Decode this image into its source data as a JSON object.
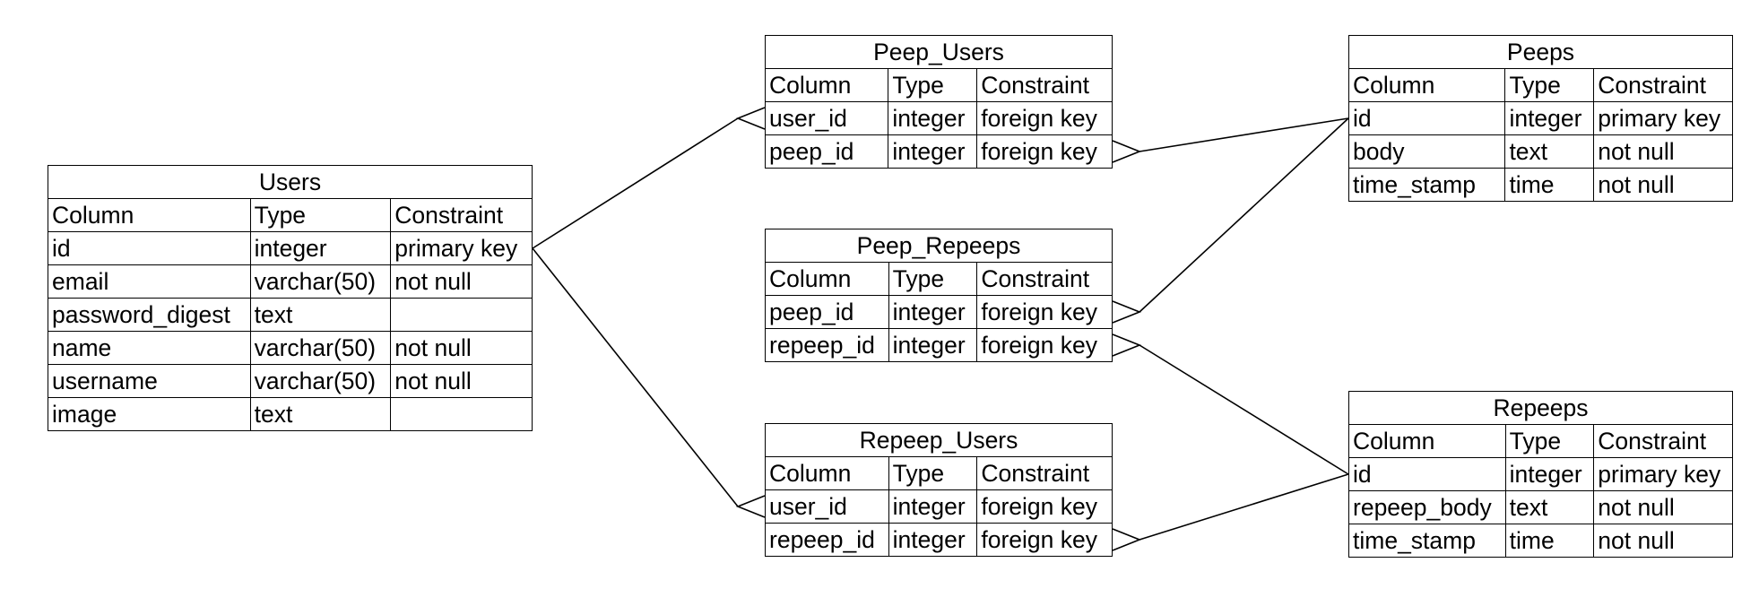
{
  "header_labels": [
    "Column",
    "Type",
    "Constraint"
  ],
  "tables": [
    {
      "id": "users",
      "name": "Users",
      "rows": [
        [
          "id",
          "integer",
          "primary key"
        ],
        [
          "email",
          "varchar(50)",
          "not null"
        ],
        [
          "password_digest",
          "text",
          ""
        ],
        [
          "name",
          "varchar(50)",
          "not null"
        ],
        [
          "username",
          "varchar(50)",
          "not null"
        ],
        [
          "image",
          "text",
          ""
        ]
      ]
    },
    {
      "id": "peep-users",
      "name": "Peep_Users",
      "rows": [
        [
          "user_id",
          "integer",
          "foreign key"
        ],
        [
          "peep_id",
          "integer",
          "foreign key"
        ]
      ]
    },
    {
      "id": "peep-repeeps",
      "name": "Peep_Repeeps",
      "rows": [
        [
          "peep_id",
          "integer",
          "foreign key"
        ],
        [
          "repeep_id",
          "integer",
          "foreign key"
        ]
      ]
    },
    {
      "id": "repeep-users",
      "name": "Repeep_Users",
      "rows": [
        [
          "user_id",
          "integer",
          "foreign key"
        ],
        [
          "repeep_id",
          "integer",
          "foreign key"
        ]
      ]
    },
    {
      "id": "peeps",
      "name": "Peeps",
      "rows": [
        [
          "id",
          "integer",
          "primary key"
        ],
        [
          "body",
          "text",
          "not null"
        ],
        [
          "time_stamp",
          "time",
          "not null"
        ]
      ]
    },
    {
      "id": "repeeps",
      "name": "Repeeps",
      "rows": [
        [
          "id",
          "integer",
          "primary key"
        ],
        [
          "repeep_body",
          "text",
          "not null"
        ],
        [
          "time_stamp",
          "time",
          "not null"
        ]
      ]
    }
  ],
  "relationships": [
    {
      "from": "Users.id",
      "to": "Peep_Users.user_id"
    },
    {
      "from": "Users.id",
      "to": "Repeep_Users.user_id"
    },
    {
      "from": "Peeps.id",
      "to": "Peep_Users.peep_id"
    },
    {
      "from": "Peeps.id",
      "to": "Peep_Repeeps.peep_id"
    },
    {
      "from": "Repeeps.id",
      "to": "Peep_Repeeps.repeep_id"
    },
    {
      "from": "Repeeps.id",
      "to": "Repeep_Users.repeep_id"
    }
  ]
}
